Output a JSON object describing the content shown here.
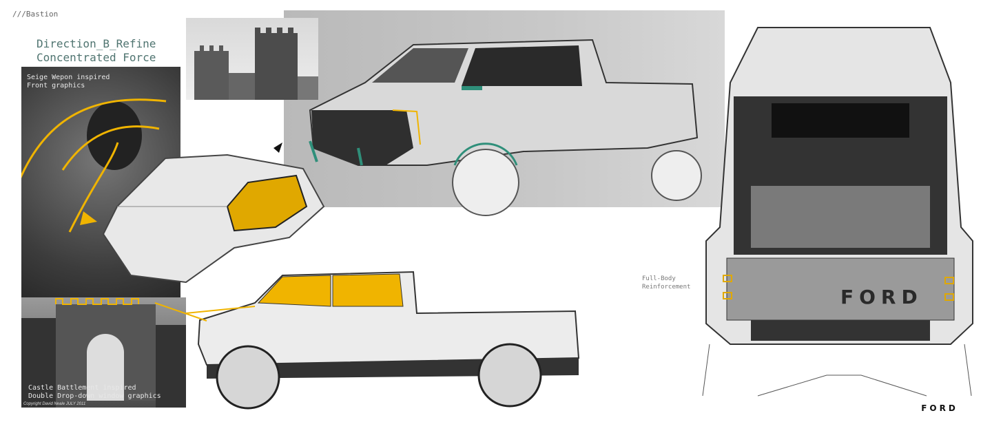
{
  "header": {
    "project_label": "///Bastion",
    "title_line1": "Direction_B_Refine",
    "title_line2": "Concentrated Force"
  },
  "captions": {
    "siege": {
      "line1": "Seige Wepon inspired",
      "line2": "Front graphics"
    },
    "castle": {
      "line1": "Castle Battlement inspired",
      "line2": "Double Drop-down window graphics"
    },
    "copyright": "Copyright David Neale JULY 2011",
    "note_line1": "Full-Body",
    "note_line2": "Reinforcement"
  },
  "logos": {
    "tailgate": "FORD",
    "corner": "FORD"
  },
  "colors": {
    "accent_yellow": "#f0b400",
    "accent_teal": "#2f8f7a",
    "title": "#4f7470",
    "panel_gray": "#c4c4c4"
  }
}
